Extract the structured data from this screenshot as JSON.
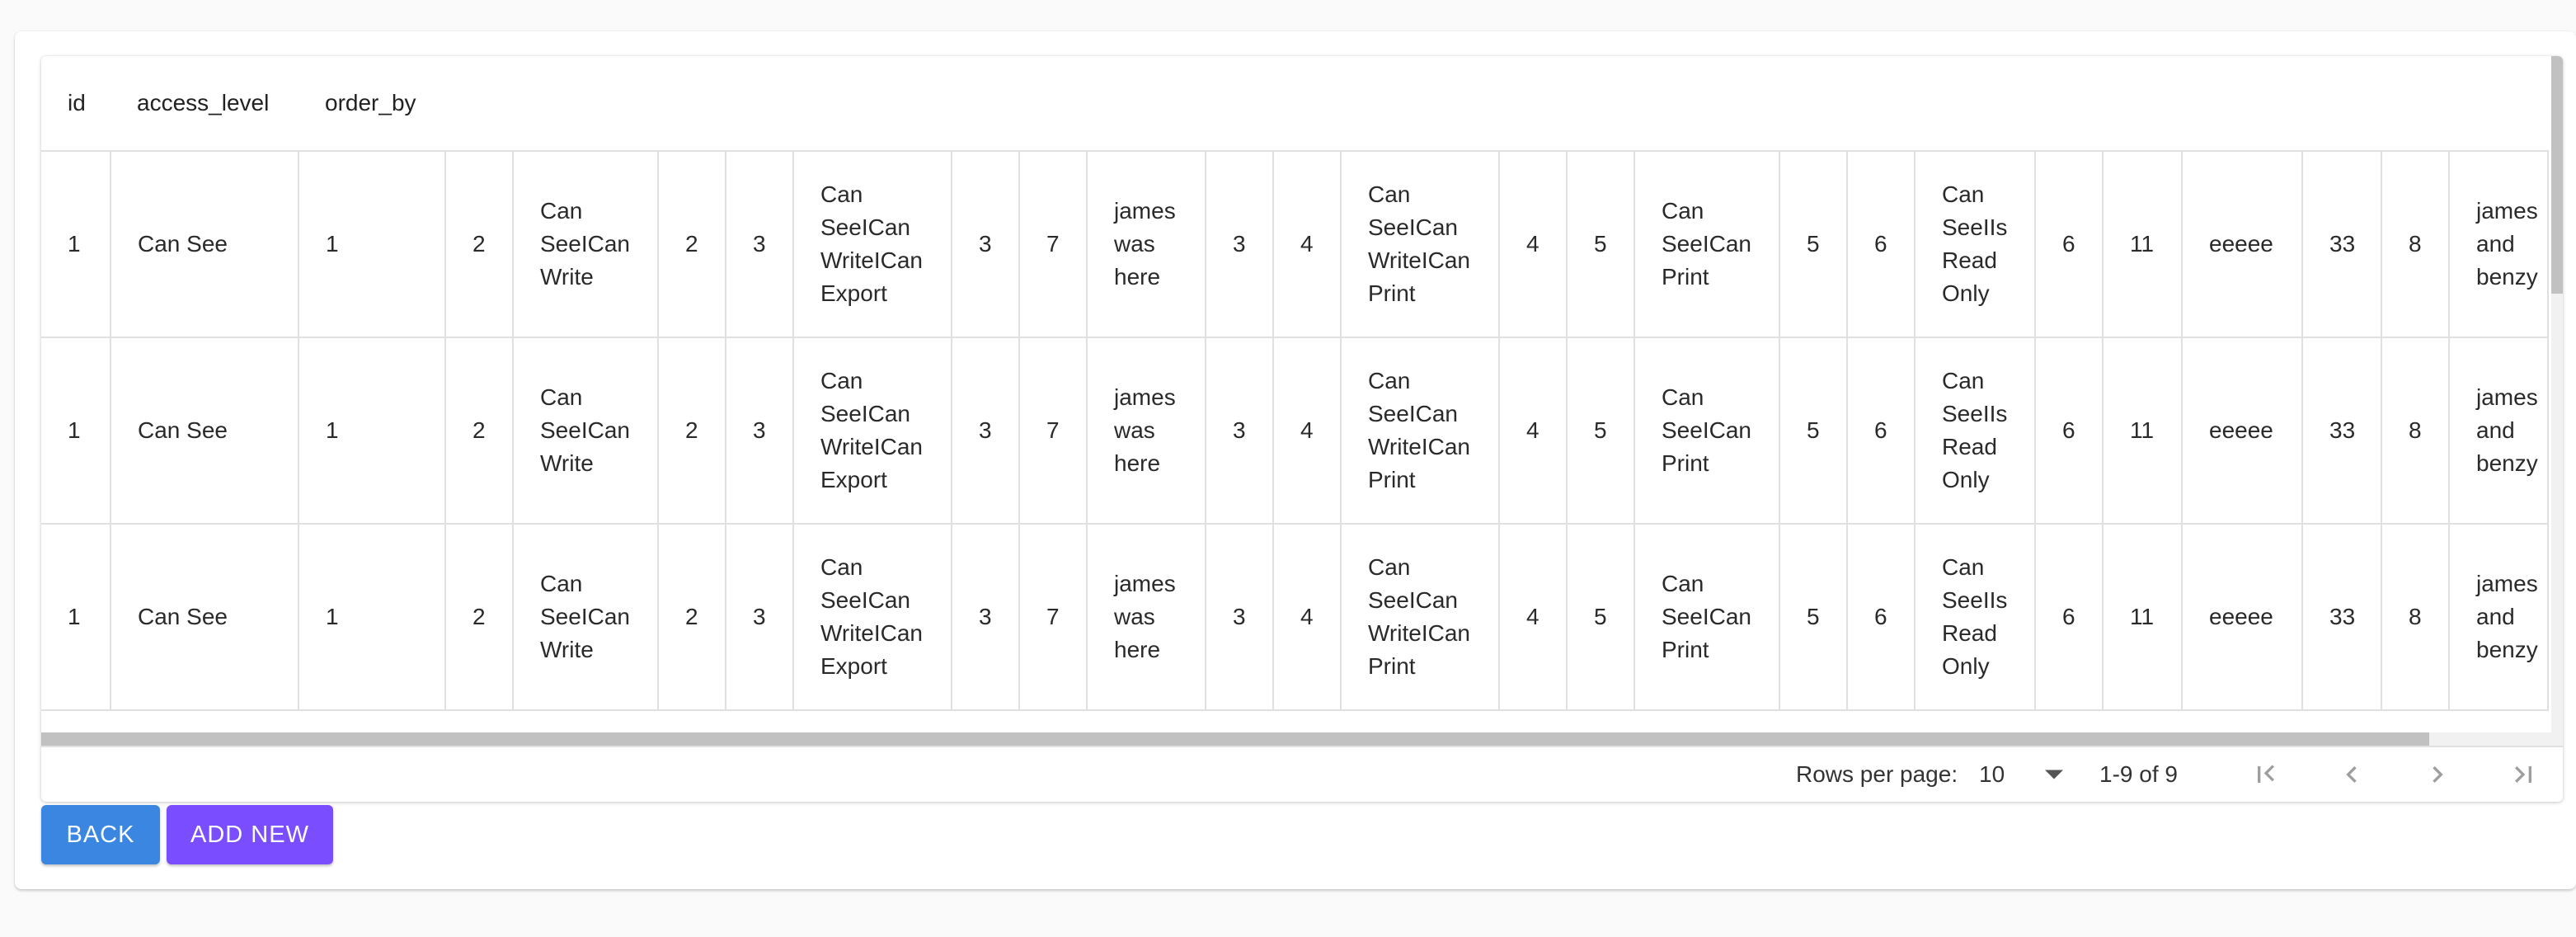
{
  "table": {
    "headers": [
      "id",
      "access_level",
      "order_by"
    ],
    "rows": [
      [
        "1",
        "Can See",
        "1",
        "2",
        "Can SeeICan Write",
        "2",
        "3",
        "Can SeeICan WriteICan Export",
        "3",
        "7",
        "james was here",
        "3",
        "4",
        "Can SeeICan WriteICan Print",
        "4",
        "5",
        "Can SeeICan Print",
        "5",
        "6",
        "Can SeeIIs Read Only",
        "6",
        "11",
        "eeeee",
        "33",
        "8",
        "james and benzy"
      ],
      [
        "1",
        "Can See",
        "1",
        "2",
        "Can SeeICan Write",
        "2",
        "3",
        "Can SeeICan WriteICan Export",
        "3",
        "7",
        "james was here",
        "3",
        "4",
        "Can SeeICan WriteICan Print",
        "4",
        "5",
        "Can SeeICan Print",
        "5",
        "6",
        "Can SeeIIs Read Only",
        "6",
        "11",
        "eeeee",
        "33",
        "8",
        "james and benzy"
      ],
      [
        "1",
        "Can See",
        "1",
        "2",
        "Can SeeICan Write",
        "2",
        "3",
        "Can SeeICan WriteICan Export",
        "3",
        "7",
        "james was here",
        "3",
        "4",
        "Can SeeICan WriteICan Print",
        "4",
        "5",
        "Can SeeICan Print",
        "5",
        "6",
        "Can SeeIIs Read Only",
        "6",
        "11",
        "eeeee",
        "33",
        "8",
        "james and benzy"
      ]
    ]
  },
  "pagination": {
    "rows_per_page_label": "Rows per page:",
    "rows_per_page_value": "10",
    "range_text": "1-9 of 9"
  },
  "icons": {
    "first_page": "first-page-icon",
    "prev_page": "chevron-left-icon",
    "next_page": "chevron-right-icon",
    "last_page": "last-page-icon",
    "dropdown": "arrow-drop-down-icon"
  },
  "actions": {
    "back_label": "BACK",
    "add_new_label": "ADD NEW"
  },
  "colors": {
    "back_button": "#3a86e0",
    "add_new_button": "#7a4dff",
    "grid_border": "#e0e0e0"
  }
}
